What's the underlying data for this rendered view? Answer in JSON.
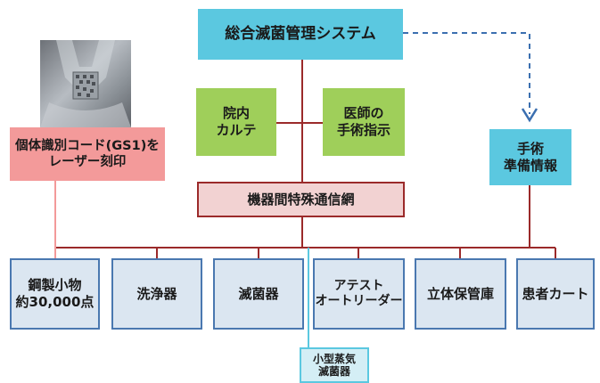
{
  "nodes": {
    "system": "総合滅菌管理システム",
    "karte": "院内\nカルテ",
    "doctor": "医師の\n手術指示",
    "network": "機器間特殊通信網",
    "surgery_info": "手術\n準備情報",
    "laser": "個体識別コード(GS1)を\nレーザー刻印",
    "devices": [
      "鋼製小物\n約30,000点",
      "洗浄器",
      "滅菌器",
      "アテスト\nオートリーダー",
      "立体保管庫",
      "患者カート"
    ],
    "steam_sterilizer": "小型蒸気\n滅菌器"
  },
  "colors": {
    "cyan": "#5bc8e0",
    "green": "#9fcf5a",
    "network_fill": "#f2d2d2",
    "dark_red": "#9b2a2a",
    "device_fill": "#dbe6f1",
    "device_border": "#4a78b0",
    "pink": "#f39a9a",
    "dashed_arrow": "#3b6fb0"
  }
}
